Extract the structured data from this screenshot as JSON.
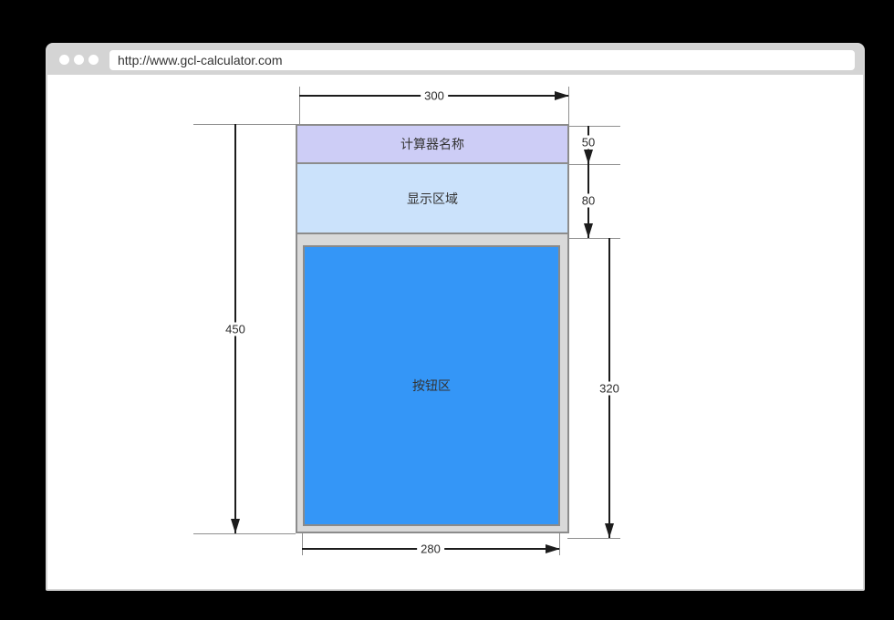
{
  "browser": {
    "url": "http://www.gcl-calculator.com",
    "window_controls": [
      "dot",
      "dot",
      "dot"
    ]
  },
  "wireframe": {
    "sections": {
      "title_bar": "计算器名称",
      "display": "显示区域",
      "buttons": "按钮区"
    },
    "dimensions": {
      "total_width": "300",
      "total_height": "450",
      "title_height": "50",
      "display_height": "80",
      "buttons_height": "320",
      "buttons_width": "280"
    },
    "colors": {
      "title_bar": "#cdcdf6",
      "display": "#cbe2fb",
      "buttons": "#3496f7",
      "button_frame": "#d9d9d9",
      "box_border": "#8c8c8c",
      "dimension_line": "#1c1c1c",
      "extension_line": "#8f8f8f"
    }
  }
}
